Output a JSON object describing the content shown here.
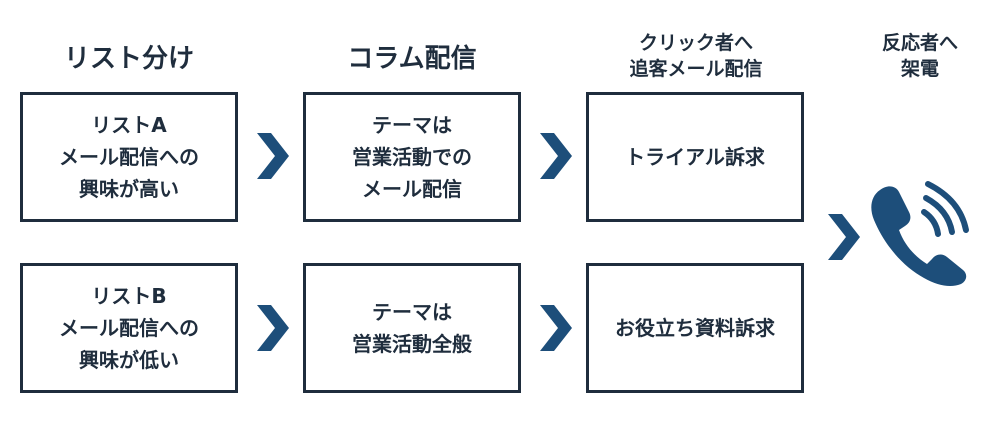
{
  "colors": {
    "text": "#1f2d3d",
    "accent": "#1d4e7a",
    "border": "#1f2d3d"
  },
  "headings": {
    "list_split": "リスト分け",
    "column_delivery": "コラム配信",
    "click_followup": "クリック者へ\n追客メール配信",
    "responder_call": "反応者へ\n架電"
  },
  "rows": [
    {
      "list": "リストA\nメール配信への\n興味が高い",
      "column": "テーマは\n営業活動での\nメール配信",
      "appeal": "トライアル訴求"
    },
    {
      "list": "リストB\nメール配信への\n興味が低い",
      "column": "テーマは\n営業活動全般",
      "appeal": "お役立ち資料訴求"
    }
  ],
  "icons": {
    "arrow": "chevron-right-icon",
    "call": "phone-call-icon"
  }
}
